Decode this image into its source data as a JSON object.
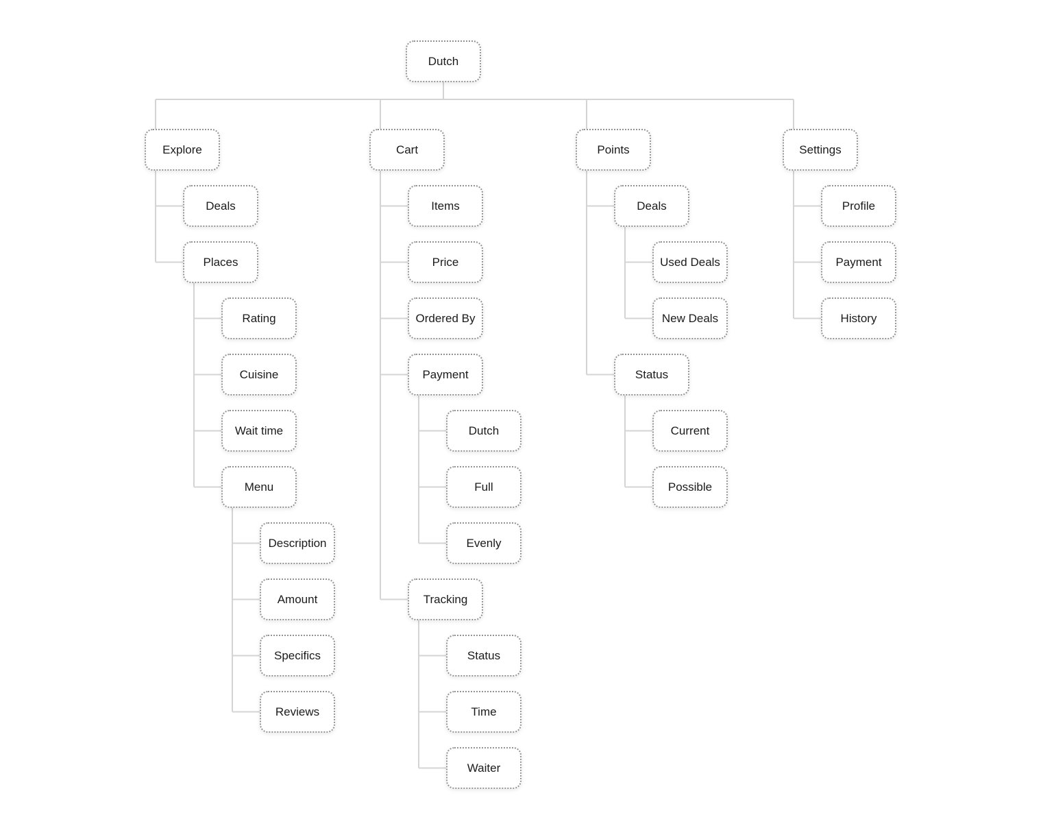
{
  "colors": {
    "connector": "#d4d4d4",
    "node_border": "#929292",
    "node_text": "#1b1b1b",
    "canvas_background": "#ffffff"
  },
  "tree": {
    "label": "Dutch",
    "children": [
      {
        "label": "Explore",
        "children": [
          {
            "label": "Deals",
            "children": []
          },
          {
            "label": "Places",
            "children": [
              {
                "label": "Rating",
                "children": []
              },
              {
                "label": "Cuisine",
                "children": []
              },
              {
                "label": "Wait time",
                "children": []
              },
              {
                "label": "Menu",
                "children": [
                  {
                    "label": "Description",
                    "children": []
                  },
                  {
                    "label": "Amount",
                    "children": []
                  },
                  {
                    "label": "Specifics",
                    "children": []
                  },
                  {
                    "label": "Reviews",
                    "children": []
                  }
                ]
              }
            ]
          }
        ]
      },
      {
        "label": "Cart",
        "children": [
          {
            "label": "Items",
            "children": []
          },
          {
            "label": "Price",
            "children": []
          },
          {
            "label": "Ordered By",
            "children": []
          },
          {
            "label": "Payment",
            "children": [
              {
                "label": "Dutch",
                "children": []
              },
              {
                "label": "Full",
                "children": []
              },
              {
                "label": "Evenly",
                "children": []
              }
            ]
          },
          {
            "label": "Tracking",
            "children": [
              {
                "label": "Status",
                "children": []
              },
              {
                "label": "Time",
                "children": []
              },
              {
                "label": "Waiter",
                "children": []
              }
            ]
          }
        ]
      },
      {
        "label": "Points",
        "children": [
          {
            "label": "Deals",
            "children": [
              {
                "label": "Used Deals",
                "children": []
              },
              {
                "label": "New Deals",
                "children": []
              }
            ]
          },
          {
            "label": "Status",
            "children": [
              {
                "label": "Current",
                "children": []
              },
              {
                "label": "Possible",
                "children": []
              }
            ]
          }
        ]
      },
      {
        "label": "Settings",
        "children": [
          {
            "label": "Profile",
            "children": []
          },
          {
            "label": "Payment",
            "children": []
          },
          {
            "label": "History",
            "children": []
          }
        ]
      }
    ]
  }
}
